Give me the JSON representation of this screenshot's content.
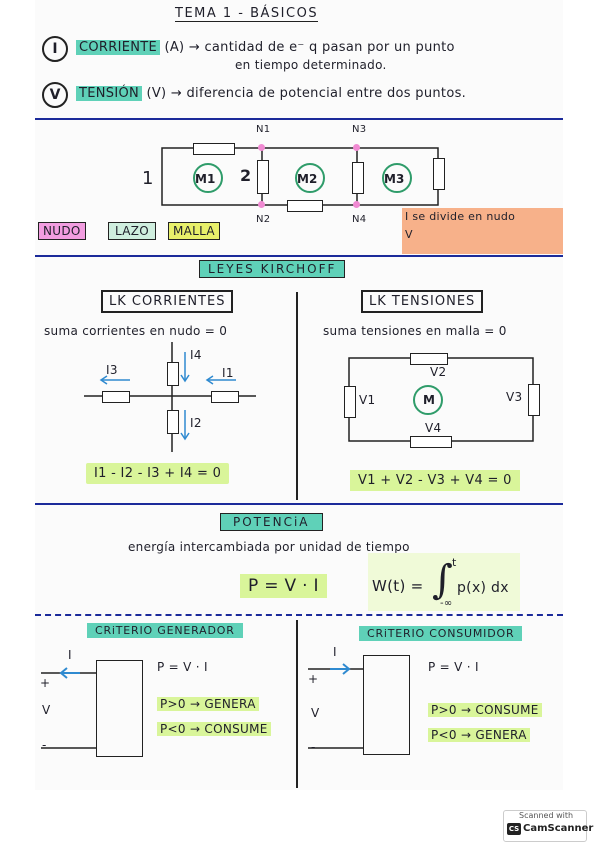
{
  "title": "TEMA 1 - BÁSICOS",
  "defs": {
    "corriente": {
      "roman": "I",
      "term": "CORRIENTE",
      "unit": "(A)",
      "arrow": "→",
      "desc1": "cantidad de e⁻ q pasan por un punto",
      "desc2": "en tiempo determinado."
    },
    "tension": {
      "roman": "V",
      "term": "TENSIÓN",
      "unit": "(V)",
      "arrow": "→",
      "desc": "diferencia de potencial entre dos puntos."
    }
  },
  "circuit1": {
    "labels": {
      "one": "1",
      "two": "2"
    },
    "nodes": [
      "N1",
      "N2",
      "N3",
      "N4"
    ],
    "meshes": [
      "M1",
      "M2",
      "M3"
    ],
    "legend": {
      "nudo": "NUDO",
      "lazo": "LAZO",
      "malla": "MALLA"
    },
    "note1": "I se divide en nudo",
    "note2": "V"
  },
  "kirchhoff": {
    "title": "LEYES KIRCHOFF",
    "lkc": {
      "title": "LK CORRIENTES",
      "desc": "suma corrientes en nudo = 0",
      "labels": [
        "I4",
        "I3",
        "I1",
        "I2"
      ],
      "equation": "I1 - I2 - I3 + I4 = 0"
    },
    "lkt": {
      "title": "LK TENSIONES",
      "desc": "suma tensiones en malla = 0",
      "labels": [
        "V2",
        "V1",
        "V3",
        "V4"
      ],
      "mesh": "M",
      "equation": "V1 + V2 - V3 + V4 = 0"
    }
  },
  "potencia": {
    "title": "POTENCiA",
    "desc": "energía intercambiada por unidad de tiempo",
    "formula": "P = V · I",
    "energy_lhs": "W(t) =",
    "energy_upper": "t",
    "energy_lower": "-∞",
    "energy_rhs": "p(x) dx"
  },
  "criterios": {
    "generador": {
      "title": "CRiTERIO GENERADOR",
      "current": "I",
      "plus": "+",
      "minus": "-",
      "v": "V",
      "formula": "P = V · I",
      "rule1": "P>0 → GENERA",
      "rule2": "P<0 → CONSUME"
    },
    "consumidor": {
      "title": "CRiTERIO CONSUMIDOR",
      "current": "I",
      "plus": "+",
      "minus": "-",
      "v": "V",
      "formula": "P = V · I",
      "rule1": "P>0 → CONSUME",
      "rule2": "P<0 → GENERA"
    }
  },
  "scanner": {
    "top": "Scanned with",
    "badge": "CS",
    "brand": "CamScanner"
  }
}
